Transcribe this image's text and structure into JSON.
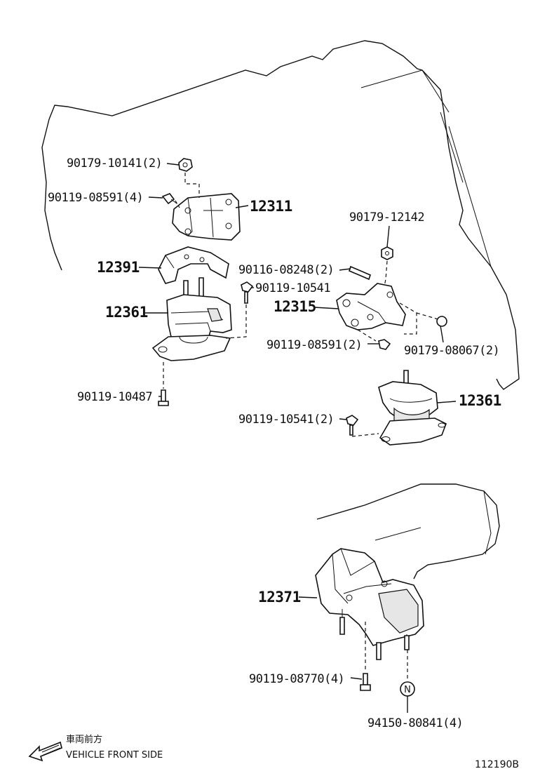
{
  "labels": {
    "p90179_10141": "90179-10141(2)",
    "p90119_08591_4": "90119-08591(4)",
    "p12311": "12311",
    "p12391": "12391",
    "p12361_left": "12361",
    "p90119_10487": "90119-10487",
    "p90179_12142": "90179-12142",
    "p90116_08248": "90116-08248(2)",
    "p90119_10541": "90119-10541",
    "p12315": "12315",
    "p90119_08591_2": "90119-08591(2)",
    "p90179_08067": "90179-08067(2)",
    "p12361_right": "12361",
    "p90119_10541_2": "90119-10541(2)",
    "p12371": "12371",
    "p90119_08770": "90119-08770(4)",
    "marker_n": "N",
    "p94150_80841": "94150-80841(4)"
  },
  "legend": {
    "jp_text": "車両前方",
    "en_text": "VEHICLE FRONT SIDE",
    "arrow_icon": "front-direction-arrow-icon"
  },
  "figure_code": "112190B"
}
